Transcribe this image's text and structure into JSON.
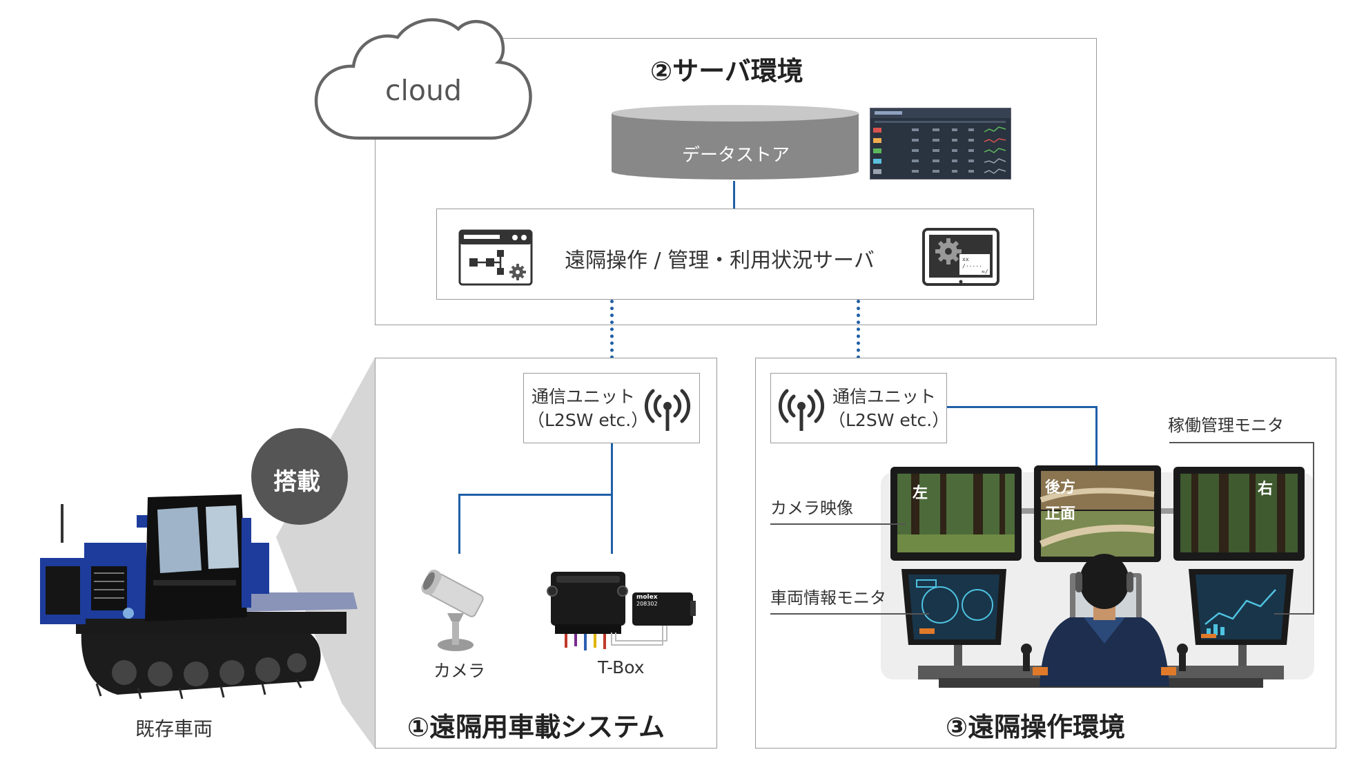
{
  "cloud": {
    "label": "cloud"
  },
  "server": {
    "title": "②サーバ環境",
    "datastore": "データストア",
    "server_label": "遠隔操作 / 管理・利用状況サーバ"
  },
  "vehicle_system": {
    "title": "①遠隔用車載システム",
    "comm_unit_line1": "通信ユニット",
    "comm_unit_line2": "（L2SW etc.）",
    "camera": "カメラ",
    "tbox": "T-Box",
    "molex_line1": "molex",
    "molex_line2": "208302"
  },
  "remote_env": {
    "title": "③遠隔操作環境",
    "comm_unit_line1": "通信ユニット",
    "comm_unit_line2": "（L2SW etc.）",
    "operation_monitor": "稼働管理モニタ",
    "camera_video": "カメラ映像",
    "vehicle_info_monitor": "車両情報モニタ",
    "screen_left": "左",
    "screen_rear": "後方",
    "screen_front": "正面",
    "screen_right": "右"
  },
  "vehicle": {
    "mounted_badge": "搭載",
    "caption": "既存車両",
    "body_color": "#1d3c9c"
  },
  "colors": {
    "connector": "#1f5fa6",
    "border": "#9a9a9a"
  }
}
